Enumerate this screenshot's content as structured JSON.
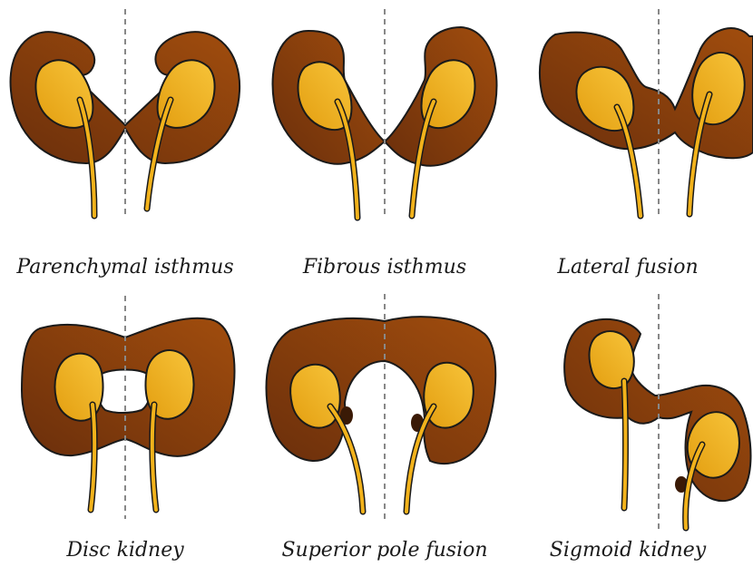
{
  "captions": {
    "parenchymal_isthmus": "Parenchymal isthmus",
    "fibrous_isthmus": "Fibrous isthmus",
    "lateral_fusion": "Lateral fusion",
    "disc_kidney": "Disc kidney",
    "superior_pole_fusion": "Superior pole fusion",
    "sigmoid_kidney": "Sigmoid kidney"
  },
  "colors": {
    "parenchyma_dark": "#6b2f0c",
    "parenchyma_light": "#a14d0d",
    "pelvis": "#f2b21b",
    "outline": "#1a1a1a",
    "midline": "#888888"
  }
}
